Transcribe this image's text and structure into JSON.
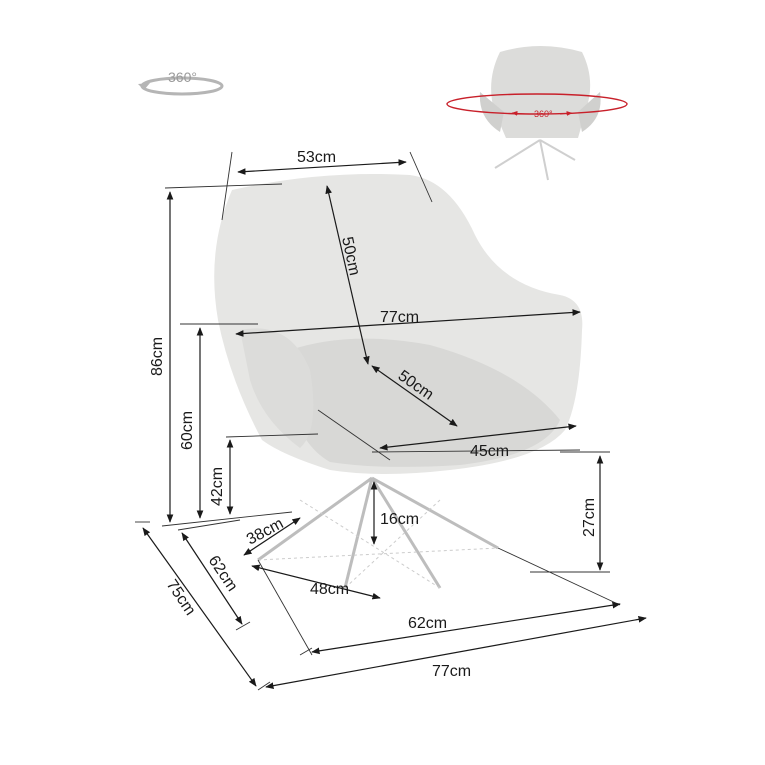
{
  "rotation_badge": {
    "label": "360°",
    "icon": "rotate-360-icon"
  },
  "thumbnail": {
    "label": "360°",
    "ring_color": "#c8202a"
  },
  "colors": {
    "chair_fill": "#e6e6e4",
    "chair_shadow": "#d4d4d2",
    "line": "#1a1a1a",
    "base": "#cfcfcf"
  },
  "dimensions": {
    "backrest_width": "53cm",
    "backrest_height": "50cm",
    "arm_width": "77cm",
    "seat_depth": "50cm",
    "seat_width": "45cm",
    "total_height": "86cm",
    "armrest_height": "60cm",
    "seat_height": "42cm",
    "leg_gap": "38cm",
    "base_height": "16cm",
    "base_side": "27cm",
    "base_depth": "62cm",
    "base_diagonal": "48cm",
    "base_width": "62cm",
    "total_depth": "75cm",
    "total_width": "77cm"
  }
}
